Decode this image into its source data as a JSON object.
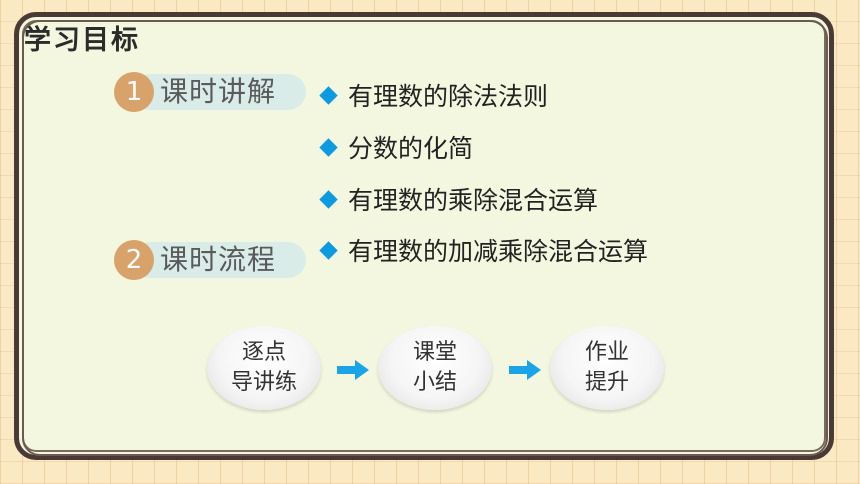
{
  "title": "学习目标",
  "sections": [
    {
      "number": "1",
      "label": "课时讲解"
    },
    {
      "number": "2",
      "label": "课时流程"
    }
  ],
  "bullets": [
    "有理数的除法法则",
    "分数的化简",
    "有理数的乘除混合运算",
    "有理数的加减乘除混合运算"
  ],
  "flow": [
    {
      "line1": "逐点",
      "line2": "导讲练"
    },
    {
      "line1": "课堂",
      "line2": "小结"
    },
    {
      "line1": "作业",
      "line2": "提升"
    }
  ],
  "colors": {
    "accent": "#0c9ae0",
    "number_circle": "#d8a36a",
    "pill": "#d9ece8",
    "board": "#f4f7df"
  }
}
